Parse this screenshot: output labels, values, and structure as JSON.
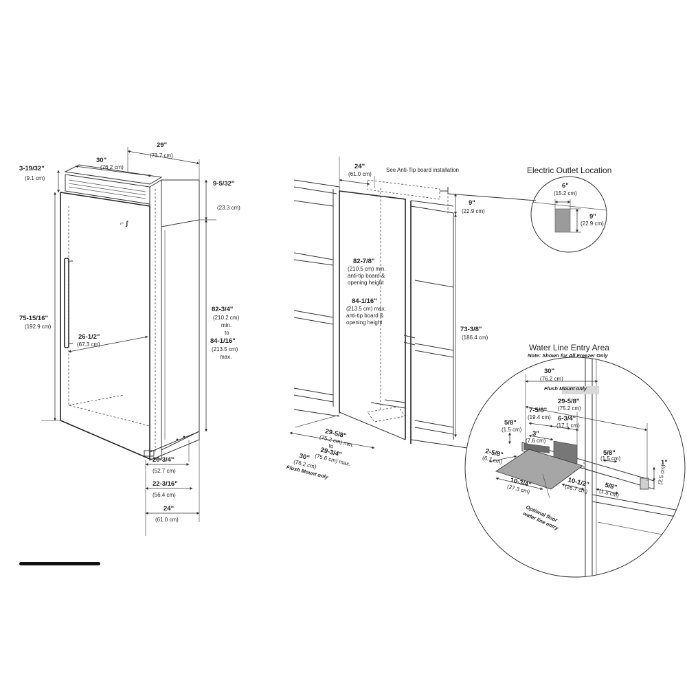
{
  "freezer": {
    "top_depth": "30\"",
    "top_depth_cm": "(76.2 cm)",
    "width_top": "29\"",
    "width_top_cm": "(73.7 cm)",
    "grille": "3-19/32\"",
    "grille_cm": "(9.1 cm)",
    "top_gap": "9-5/32\"",
    "top_gap_cm": "(23.3 cm)",
    "height": "75-15/16\"",
    "height_cm": "(192.9 cm)",
    "door_width": "26-1/2\"",
    "door_width_cm": "(67.3 cm)",
    "opening_h_1": "82-3/4\"",
    "opening_h_2": "(210.2 cm)",
    "opening_h_3": "min.",
    "opening_h_4": "to",
    "opening_h_5": "84-1/16\"",
    "opening_h_6": "(213.5 cm)",
    "opening_h_7": "max.",
    "d1": "20-3/4\"",
    "d1_cm": "(52.7 cm)",
    "d2": "22-3/16\"",
    "d2_cm": "(56.4 cm)",
    "d3": "24\"",
    "d3_cm": "(61.0 cm)"
  },
  "opening": {
    "depth": "24\"",
    "depth_cm": "(61.0 cm)",
    "anti_tip": "See Anti-Tip board installation",
    "top_gap": "9\"",
    "top_gap_cm": "(22.9 cm)",
    "min_1": "82-7/8\"",
    "min_2": "(210.5 cm) min.",
    "min_3": "anti-tip board &",
    "min_4": "opening height",
    "max_1": "84-1/16\"",
    "max_2": "(213.5 cm) max.",
    "max_3": "anti-tip board &",
    "max_4": "opening height",
    "side_h": "73-3/8\"",
    "side_h_cm": "(186.4 cm)",
    "w1": "29-5/8\"",
    "w1_cm": "(75.2 cm) min.",
    "w2": "to",
    "w3": "29-3/4\"",
    "w3_cm": "(75.6 cm) max.",
    "w4": "30\"",
    "w4_cm": "(76.2 cm)",
    "w5": "Flush Mount only"
  },
  "outlet": {
    "title": "Electric Outlet Location",
    "w": "6\"",
    "w_cm": "(15.2 cm)",
    "h": "9\"",
    "h_cm": "(22.9 cm)"
  },
  "water": {
    "title": "Water Line Entry Area",
    "note": "Note: Shown for All Freezer Only",
    "a": "30\"",
    "a_cm": "(76.2 cm)",
    "a_note": "Flush Mount only",
    "b": "29-5/8\"",
    "b_cm": "(75.2 cm)",
    "c": "7-5/8\"",
    "c_cm": "(19.4 cm)",
    "d": "6-3/4\"",
    "d_cm": "(17.1 cm)",
    "e": "5/8\"",
    "e_cm": "(1.5 cm)",
    "f": "3\"",
    "f_cm": "(7.6 cm)",
    "g": "5/8\"",
    "g_cm": "(1.5 cm)",
    "h": "1\"",
    "h_cm": "(2.5 cm)",
    "i": "2-5/8\"",
    "i_cm": "(6.7 cm)",
    "j": "10-3/4\"",
    "j_cm": "(27.3 cm)",
    "k": "10-1/2\"",
    "k_cm": "(26.7 cm)",
    "l": "5/8\"",
    "l_cm": "(1.5 cm)",
    "floor_1": "Optional floor",
    "floor_2": "water line entry"
  }
}
